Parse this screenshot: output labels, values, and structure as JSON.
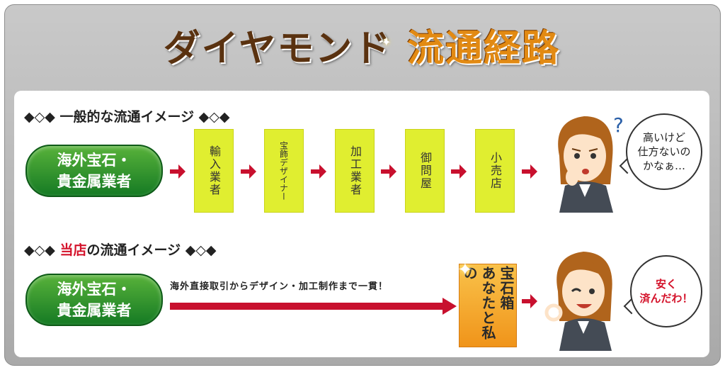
{
  "title": {
    "part1": "ダイヤモンド",
    "part2": "流通経路"
  },
  "section1": {
    "heading": "◆◇◆ 一般的な流通イメージ ◆◇◆",
    "source_line1": "海外宝石・",
    "source_line2": "貴金属業者",
    "steps": [
      "輸入業者",
      "宝飾デザイナー",
      "加工業者",
      "御問屋",
      "小売店"
    ],
    "bubble_lines": [
      "高いけど",
      "仕方ないの",
      "かなぁ…"
    ],
    "question_mark": "?"
  },
  "section2": {
    "heading_prefix": "◆◇◆ ",
    "heading_highlight": "当店",
    "heading_suffix": "の流通イメージ ◆◇◆",
    "source_line1": "海外宝石・",
    "source_line2": "貴金属業者",
    "arrow_text": "海外直接取引からデザイン・加工制作まで一貫！",
    "destination_lines": [
      "あなたと私の",
      "宝石箱"
    ],
    "bubble_lines": [
      "安く",
      "済んだわ！"
    ]
  },
  "colors": {
    "accent_red": "#c8102e",
    "pill_green": "#2f8f2a",
    "box_yellow": "#e0ee30",
    "orange": "#f4a52a"
  }
}
